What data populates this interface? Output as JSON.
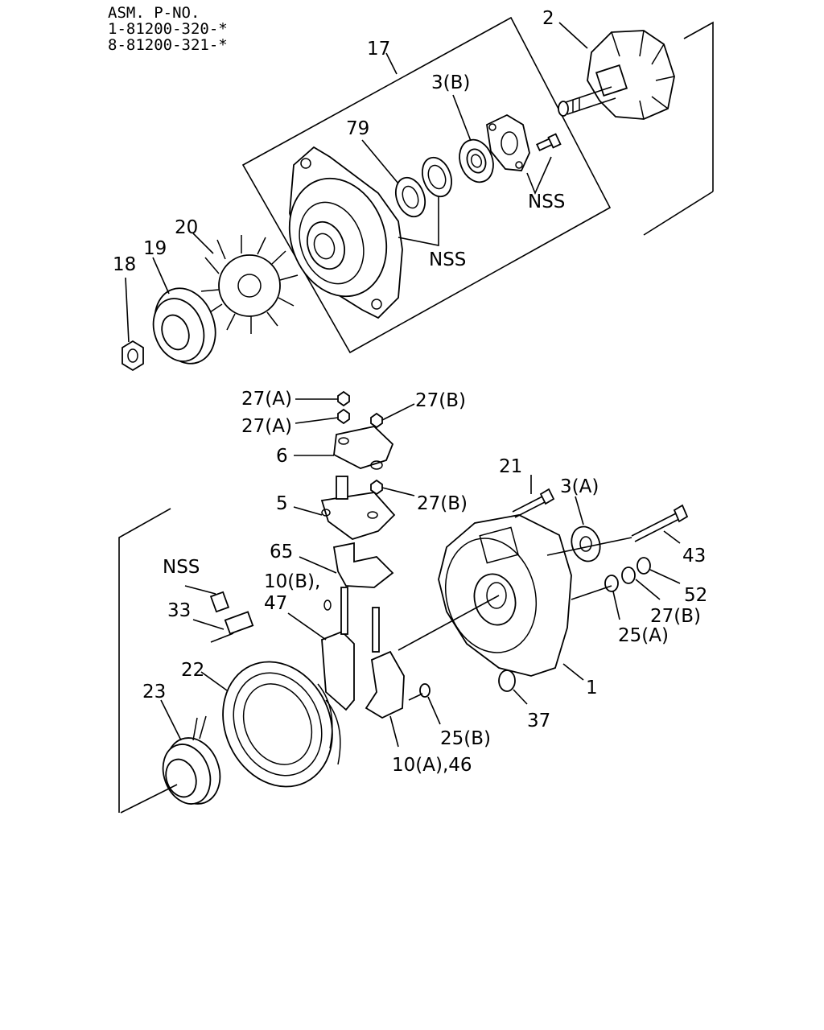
{
  "header": {
    "title": "ASM. P-NO.",
    "part_numbers": [
      "1-81200-320-*",
      "8-81200-321-*"
    ]
  },
  "callouts": {
    "c2": "2",
    "c17": "17",
    "c3b": "3(B)",
    "c79": "79",
    "nss_top": "NSS",
    "nss_mid": "NSS",
    "c20": "20",
    "c19": "19",
    "c18": "18",
    "c27a_1": "27(A)",
    "c27a_2": "27(A)",
    "c27b_1": "27(B)",
    "c6": "6",
    "c5": "5",
    "c27b_2": "27(B)",
    "c21": "21",
    "c3a": "3(A)",
    "c65": "65",
    "nss_left": "NSS",
    "c10b": "10(B),",
    "c47": "47",
    "c33": "33",
    "c43": "43",
    "c52": "52",
    "c27b_3": "27(B)",
    "c25a": "25(A)",
    "c22": "22",
    "c23": "23",
    "c1": "1",
    "c37": "37",
    "c25b": "25(B)",
    "c10a": "10(A),46"
  }
}
